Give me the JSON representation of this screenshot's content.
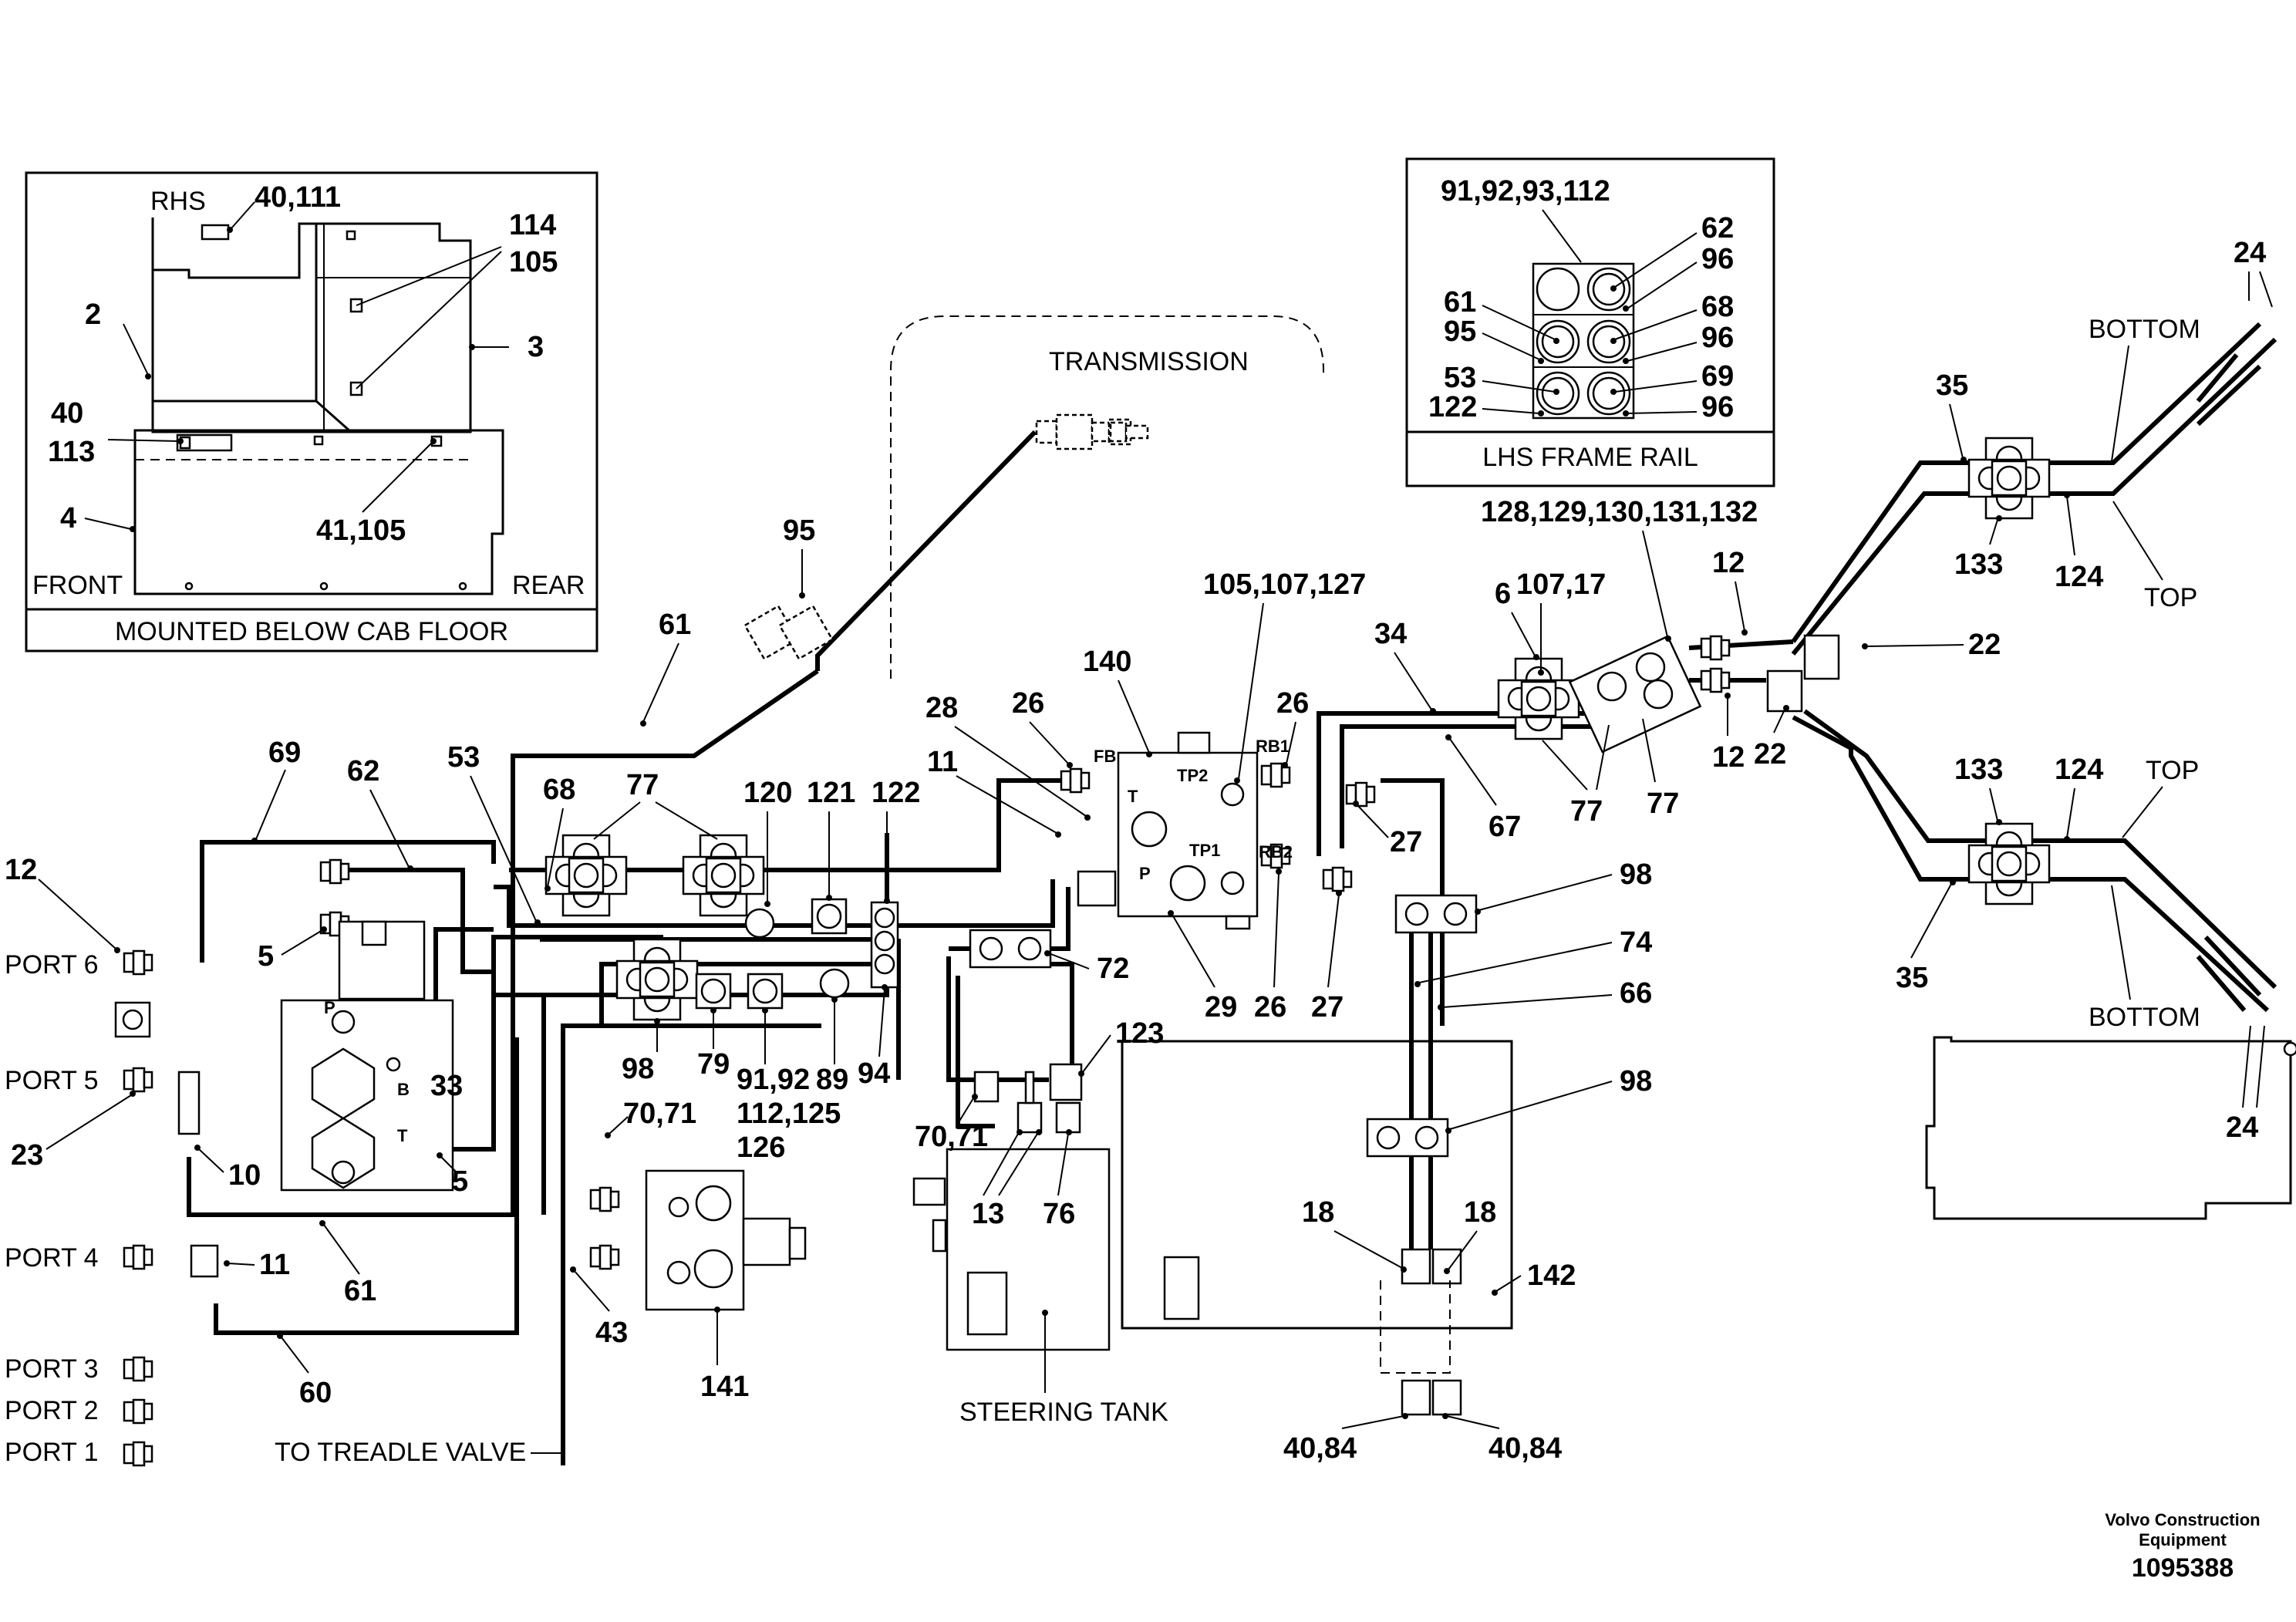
{
  "inset_cab": {
    "rhs": "RHS",
    "callout_40_111": "40,111",
    "callout_114": "114",
    "callout_105": "105",
    "callout_2": "2",
    "callout_3": "3",
    "callout_40": "40",
    "callout_113": "113",
    "callout_4": "4",
    "callout_41_105": "41,105",
    "front": "FRONT",
    "rear": "REAR",
    "caption": "MOUNTED BELOW CAB FLOOR"
  },
  "inset_frame": {
    "c91": "91,92,93,112",
    "c62": "62",
    "c96a": "96",
    "c61": "61",
    "c95": "95",
    "c68": "68",
    "c96b": "96",
    "c53": "53",
    "c122": "122",
    "c69": "69",
    "c96c": "96",
    "caption": "LHS FRAME RAIL"
  },
  "transmission": "TRANSMISSION",
  "ports": [
    "PORT 6",
    "PORT 5",
    "PORT 4",
    "PORT 3",
    "PORT 2",
    "PORT 1"
  ],
  "valve_letters": {
    "p": "P",
    "b": "B",
    "t": "T",
    "fb": "FB",
    "tp2": "TP2",
    "rb1": "RB1",
    "t2": "T",
    "tp1": "TP1",
    "rb2": "RB2",
    "p2": "P"
  },
  "callouts": {
    "c95": "95",
    "c61a": "61",
    "c69": "69",
    "c62": "62",
    "c53": "53",
    "c68": "68",
    "c77a": "77",
    "c12a": "12",
    "c5a": "5",
    "c33": "33",
    "c23": "23",
    "c10": "10",
    "c5b": "5",
    "c61b": "61",
    "c11a": "11",
    "c60": "60",
    "c120": "120",
    "c121": "121",
    "c122": "122",
    "c98a": "98",
    "c79": "79",
    "c9192": "91,92",
    "c112": "112,125",
    "c126": "126",
    "c89": "89",
    "c94": "94",
    "c7071a": "70,71",
    "c43": "43",
    "c141": "141",
    "c28": "28",
    "c26a": "26",
    "c11b": "11",
    "c140": "140",
    "c105": "105,107,127",
    "c26b": "26",
    "c27a": "27",
    "c29": "29",
    "c26c": "26",
    "c27b": "27",
    "c72": "72",
    "c123": "123",
    "c7071b": "70,71",
    "c13": "13",
    "c76": "76",
    "c34": "34",
    "c6": "6",
    "c10717": "107,17",
    "c128": "128,129,130,131,132",
    "c67": "67",
    "c77b": "77",
    "c77c": "77",
    "c98b": "98",
    "c74": "74",
    "c66": "66",
    "c98c": "98",
    "c18a": "18",
    "c18b": "18",
    "c142": "142",
    "c4084a": "40,84",
    "c4084b": "40,84",
    "c12b": "12",
    "c12c": "12",
    "c22a": "22",
    "c22b": "22",
    "c35a": "35",
    "c133a": "133",
    "c124a": "124",
    "c24a": "24",
    "c133b": "133",
    "c124b": "124",
    "c35b": "35",
    "c24b": "24"
  },
  "words": {
    "bottom_a": "BOTTOM",
    "top_a": "TOP",
    "top_b": "TOP",
    "bottom_b": "BOTTOM",
    "steering_tank": "STEERING TANK",
    "to_treadle": "TO TREADLE VALVE"
  },
  "footer": {
    "company_line1": "Volvo Construction",
    "company_line2": "Equipment",
    "drawing_number": "1095388"
  }
}
